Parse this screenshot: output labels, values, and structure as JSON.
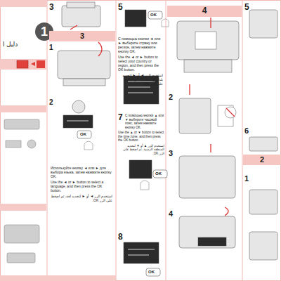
{
  "diagram": {
    "nodes": [
      {
        "text": [
          "1"
        ]
      },
      {
        "text": [
          "3"
        ]
      },
      {
        "text": [
          "4"
        ]
      },
      {
        "text": [
          "2"
        ]
      }
    ],
    "labels": [
      "3",
      "5",
      "OK",
      "5",
      "1",
      "2",
      "OK",
      "Используйте кнопку ◄ или ► для выбора языка, затем нажмите кнопку OK.",
      "Use the ◄ or ► button to select a language, and then press the OK button.",
      "استخدم الزر ◄ أو ► لتحديد لغة، ثم اضغط على الزر OK.",
      "С помощью кнопки ◄ или ► выберите страну или регион, затем нажмите кнопку OK.",
      "Use the ◄ or ► button to select your country or region, and then press the OK button.",
      "استخدم الزر ◄ أو ► لتحديد بلدك أو منطقتك، ثم اضغط على الزر OK.",
      "7",
      "С помощью кнопки ▲ или ▼ выберите часовой пояс, затем нажмите кнопку OK.",
      "Use the ▲ or ▼ button to select the time zone, and then press the OK button.",
      "استخدم الزر ▲ أو ▼ لتحديد المنطقة الزمنية، ثم اضغط على الزر OK.",
      "OK",
      "8",
      "OK",
      "2",
      "3",
      "4",
      "6",
      "1",
      "دليل ا"
    ]
  }
}
